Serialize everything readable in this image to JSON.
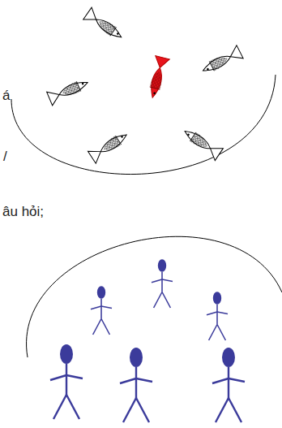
{
  "diagram": {
    "labels": [
      "á",
      "/",
      "âu hỏi;"
    ]
  }
}
